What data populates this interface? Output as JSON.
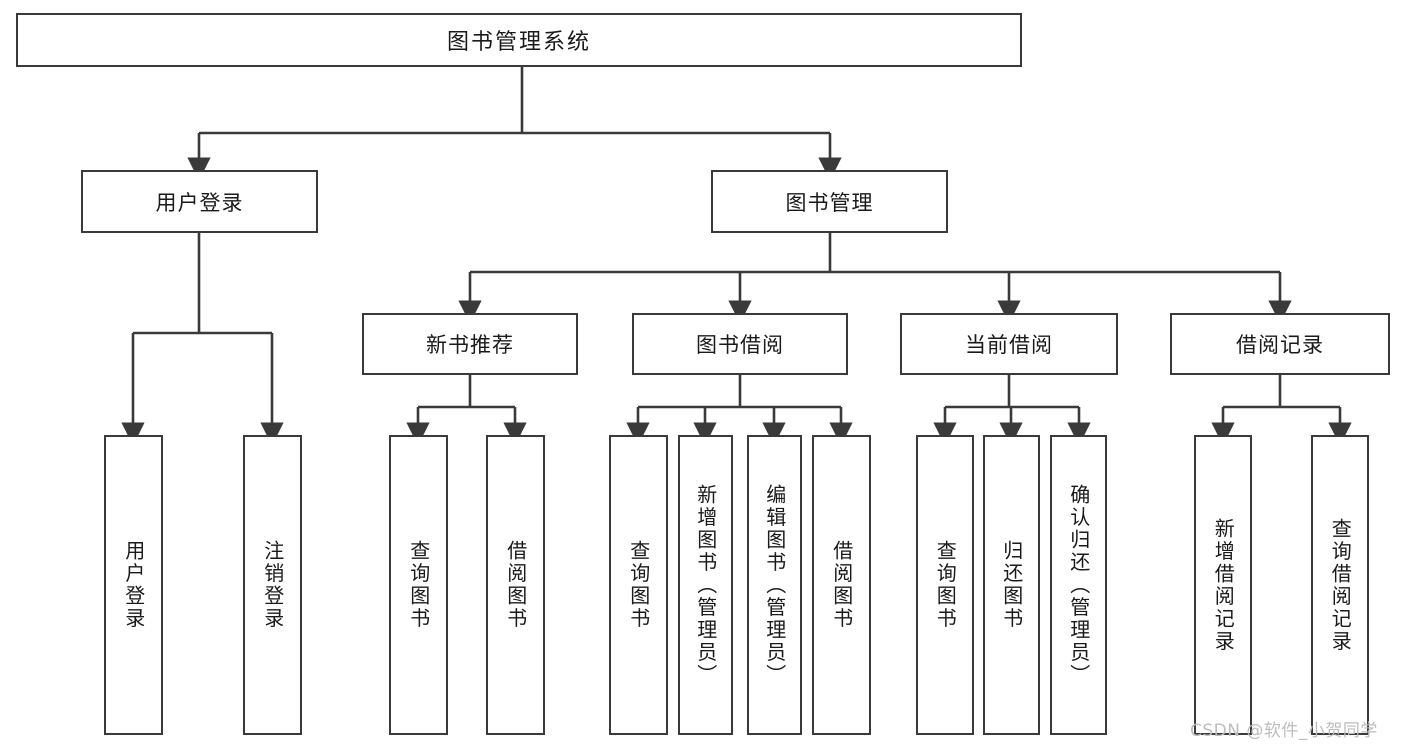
{
  "diagram": {
    "type": "tree",
    "title": "图书管理系统",
    "watermark": "CSDN @软件_小贺同学",
    "colors": {
      "stroke": "#3a3a3a",
      "fill": "#ffffff",
      "text": "#1a1a1a",
      "watermark": "#bdbdbd"
    },
    "nodes": {
      "root": {
        "label": "图书管理系统"
      },
      "level2": [
        {
          "id": "user-login",
          "label": "用户登录"
        },
        {
          "id": "book-manage",
          "label": "图书管理"
        }
      ],
      "level3": [
        {
          "id": "new-book-rec",
          "label": "新书推荐"
        },
        {
          "id": "book-borrow",
          "label": "图书借阅"
        },
        {
          "id": "current-borrow",
          "label": "当前借阅"
        },
        {
          "id": "borrow-record",
          "label": "借阅记录"
        }
      ],
      "leaves": {
        "user_login": [
          {
            "id": "leaf-user-login",
            "label": "用户登录"
          },
          {
            "id": "leaf-logout",
            "label": "注销登录"
          }
        ],
        "new_book_rec": [
          {
            "id": "leaf-query-book-1",
            "label": "查询图书"
          },
          {
            "id": "leaf-borrow-book-1",
            "label": "借阅图书"
          }
        ],
        "book_borrow": [
          {
            "id": "leaf-query-book-2",
            "label": "查询图书"
          },
          {
            "id": "leaf-add-book",
            "label": "新增图书（管理员）"
          },
          {
            "id": "leaf-edit-book",
            "label": "编辑图书（管理员）"
          },
          {
            "id": "leaf-borrow-book-2",
            "label": "借阅图书"
          }
        ],
        "current_borrow": [
          {
            "id": "leaf-query-book-3",
            "label": "查询图书"
          },
          {
            "id": "leaf-return-book",
            "label": "归还图书"
          },
          {
            "id": "leaf-confirm-return",
            "label": "确认归还（管理员）"
          }
        ],
        "borrow_record": [
          {
            "id": "leaf-add-record",
            "label": "新增借阅记录"
          },
          {
            "id": "leaf-query-record",
            "label": "查询借阅记录"
          }
        ]
      }
    }
  }
}
